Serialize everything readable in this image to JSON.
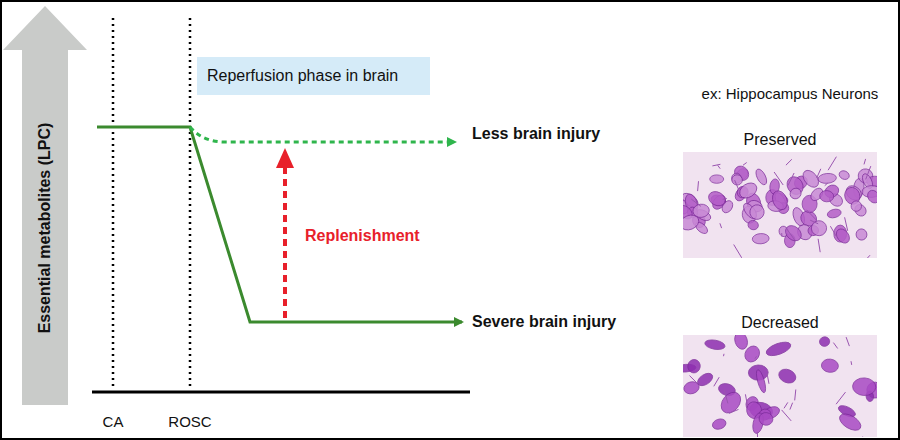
{
  "diagram": {
    "nodes": [
      {
        "text": [
          "Reperfusion phase in brain"
        ]
      },
      {
        "text": [
          "Preserved"
        ]
      },
      {
        "text": [
          "Decreased"
        ]
      }
    ],
    "labels": [
      "Essential metabolites (LPC)",
      "CA",
      "ROSC",
      "Less brain injury",
      "Severe brain injury",
      "Replenishment",
      "ex: Hippocampus Neurons"
    ]
  }
}
